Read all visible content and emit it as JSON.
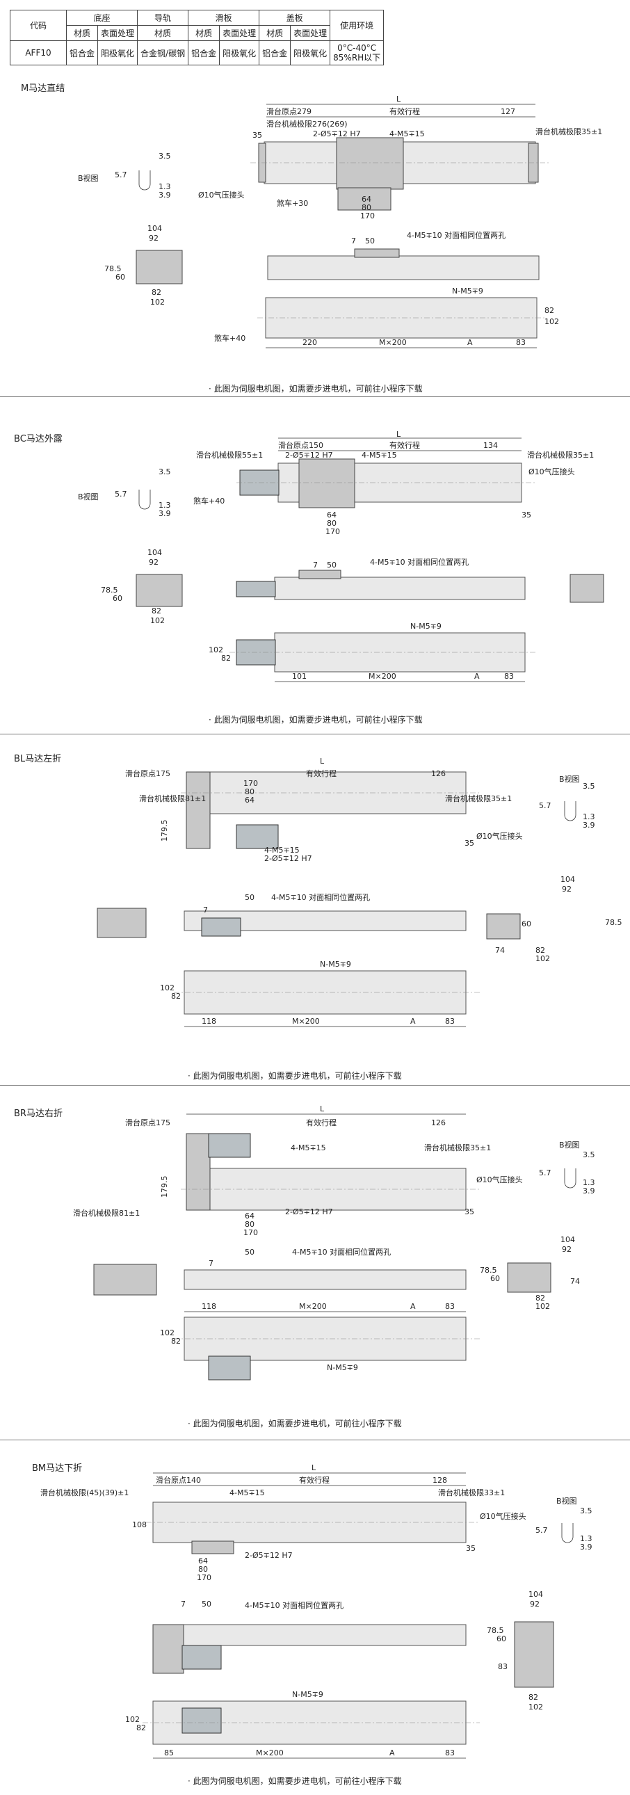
{
  "spec_table": {
    "h_code": "代码",
    "h_base": "底座",
    "h_rail": "导轨",
    "h_slide": "滑板",
    "h_cover": "盖板",
    "h_env": "使用环境",
    "h_mat1": "材质",
    "h_surf1": "表面处理",
    "h_mat2": "材质",
    "h_mat3": "材质",
    "h_surf3": "表面处理",
    "h_mat4": "材质",
    "h_surf4": "表面处理",
    "row_code": "AFF10",
    "row_base_mat": "铝合金",
    "row_base_surf": "阳极氧化",
    "row_rail_mat": "合金钢/碳钢",
    "row_slide_mat": "铝合金",
    "row_slide_surf": "阳极氧化",
    "row_cover_mat": "铝合金",
    "row_cover_surf": "阳极氧化",
    "row_env1": "0°C-40°C",
    "row_env2": "85%RH以下"
  },
  "note_text": "· 此图为伺服电机图，如需要步进电机，可前往小程序下载",
  "sections": [
    {
      "title": "M马达直结",
      "labels": {
        "L": "L",
        "origin": "滑台原点279",
        "stroke": "有效行程",
        "end": "127",
        "mech_left": "滑台机械极限276(269)",
        "mech_right": "滑台机械极限35±1",
        "hole1": "2-Ø5∓12 H7",
        "hole2": "4-M5∓15",
        "air": "Ø10气压接头",
        "brake": "煞车+30",
        "d35": "35",
        "d64": "64",
        "d80": "80",
        "d170": "170",
        "bview": "B视图",
        "b35": "3.5",
        "b57": "5.7",
        "b13": "1.3",
        "b39": "3.9",
        "holes_side": "4-M5∓10 对面相同位置两孔",
        "d7": "7",
        "d50": "50",
        "d104": "104",
        "d92": "92",
        "d785": "78.5",
        "d60": "60",
        "d82": "82",
        "d102": "102",
        "nholes": "N-M5∓9",
        "brake2": "煞车+40",
        "d220": "220",
        "dM": "M×200",
        "dA": "A",
        "d83": "83",
        "r82": "82",
        "r102": "102"
      }
    },
    {
      "title": "BC马达外露",
      "labels": {
        "L": "L",
        "origin": "滑台原点150",
        "stroke": "有效行程",
        "end": "134",
        "mech_left": "滑台机械极限55±1",
        "mech_right": "滑台机械极限35±1",
        "hole1": "2-Ø5∓12 H7",
        "hole2": "4-M5∓15",
        "air": "Ø10气压接头",
        "brake": "煞车+40",
        "d35": "35",
        "d64": "64",
        "d80": "80",
        "d170": "170",
        "bview": "B视图",
        "b35": "3.5",
        "b57": "5.7",
        "b13": "1.3",
        "b39": "3.9",
        "holes_side": "4-M5∓10 对面相同位置两孔",
        "d7": "7",
        "d50": "50",
        "d104": "104",
        "d92": "92",
        "d785": "78.5",
        "d60": "60",
        "d82": "82",
        "d102": "102",
        "nholes": "N-M5∓9",
        "d101": "101",
        "dM": "M×200",
        "dA": "A",
        "d83": "83",
        "l102": "102",
        "l82": "82"
      }
    },
    {
      "title": "BL马达左折",
      "labels": {
        "L": "L",
        "origin": "滑台原点175",
        "stroke": "有效行程",
        "end": "126",
        "mech_left": "滑台机械极限81±1",
        "mech_right": "滑台机械极限35±1",
        "hole1": "2-Ø5∓12 H7",
        "hole2": "4-M5∓15",
        "air": "Ø10气压接头",
        "h1795": "179.5",
        "d35": "35",
        "d64": "64",
        "d80": "80",
        "d170": "170",
        "bview": "B视图",
        "b35": "3.5",
        "b57": "5.7",
        "b13": "1.3",
        "b39": "3.9",
        "holes_side": "4-M5∓10 对面相同位置两孔",
        "d7": "7",
        "d50": "50",
        "d104": "104",
        "d92": "92",
        "d785": "78.5",
        "d60": "60",
        "d74": "74",
        "d82": "82",
        "d102": "102",
        "nholes": "N-M5∓9",
        "d118": "118",
        "dM": "M×200",
        "dA": "A",
        "d83": "83",
        "l102": "102",
        "l82": "82"
      }
    },
    {
      "title": "BR马达右折",
      "labels": {
        "L": "L",
        "origin": "滑台原点175",
        "stroke": "有效行程",
        "end": "126",
        "mech_left": "滑台机械极限81±1",
        "mech_right": "滑台机械极限35±1",
        "hole1": "2-Ø5∓12 H7",
        "hole2": "4-M5∓15",
        "air": "Ø10气压接头",
        "h1795": "179.5",
        "d35": "35",
        "d64": "64",
        "d80": "80",
        "d170": "170",
        "bview": "B视图",
        "b35": "3.5",
        "b57": "5.7",
        "b13": "1.3",
        "b39": "3.9",
        "holes_side": "4-M5∓10 对面相同位置两孔",
        "d7": "7",
        "d50": "50",
        "d104": "104",
        "d92": "92",
        "d785": "78.5",
        "d60": "60",
        "d74": "74",
        "d82": "82",
        "d102": "102",
        "nholes": "N-M5∓9",
        "d118": "118",
        "dM": "M×200",
        "dA": "A",
        "d83": "83",
        "l102": "102",
        "l82": "82"
      }
    },
    {
      "title": "BM马达下折",
      "labels": {
        "L": "L",
        "origin": "滑台原点140",
        "stroke": "有效行程",
        "end": "128",
        "mech_left": "滑台机械极限(45)(39)±1",
        "mech_right": "滑台机械极限33±1",
        "hole1": "2-Ø5∓12 H7",
        "hole2": "4-M5∓15",
        "air": "Ø10气压接头",
        "h108": "108",
        "d35": "35",
        "d64": "64",
        "d80": "80",
        "d170": "170",
        "bview": "B视图",
        "b35": "3.5",
        "b57": "5.7",
        "b13": "1.3",
        "b39": "3.9",
        "holes_side": "4-M5∓10 对面相同位置两孔",
        "d7": "7",
        "d50": "50",
        "d104": "104",
        "d92": "92",
        "d785": "78.5",
        "d60": "60",
        "d83v": "83",
        "d82": "82",
        "d102": "102",
        "nholes": "N-M5∓9",
        "d85": "85",
        "dM": "M×200",
        "dA": "A",
        "d83": "83",
        "l102": "102",
        "l82": "82"
      }
    }
  ]
}
